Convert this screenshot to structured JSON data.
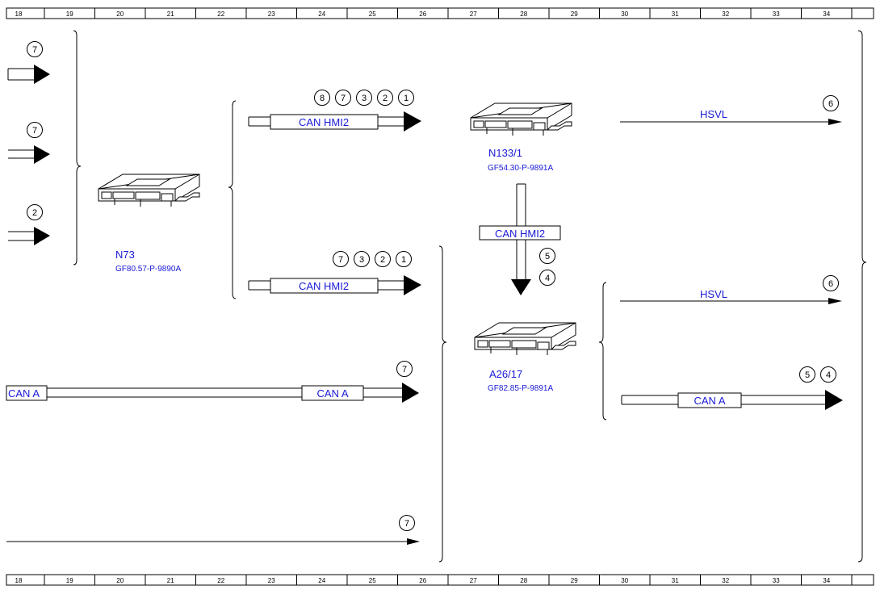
{
  "ruler": {
    "numbers": [
      "18",
      "19",
      "20",
      "21",
      "22",
      "23",
      "24",
      "25",
      "26",
      "27",
      "28",
      "29",
      "30",
      "31",
      "32",
      "33",
      "34"
    ]
  },
  "components": {
    "n73": {
      "name": "N73",
      "ref": "GF80.57-P-9890A"
    },
    "n133": {
      "name": "N133/1",
      "ref": "GF54.30-P-9891A"
    },
    "a26": {
      "name": "A26/17",
      "ref": "GF82.85-P-9891A"
    }
  },
  "buses": {
    "can_hmi2": "CAN HMI2",
    "can_a": "CAN A",
    "hsvl": "HSVL"
  },
  "markers": {
    "left_in_1": [
      "7"
    ],
    "left_in_2": [
      "7"
    ],
    "left_in_3": [
      "2"
    ],
    "hmi2_top": [
      "8",
      "7",
      "3",
      "2",
      "1"
    ],
    "hmi2_mid": [
      "7",
      "3",
      "2",
      "1"
    ],
    "vertical": [
      "5",
      "4"
    ],
    "hsvl_top": [
      "6"
    ],
    "hsvl_mid": [
      "6"
    ],
    "can_a_right": [
      "5",
      "4"
    ],
    "can_a_left": [
      "7"
    ],
    "bottom_line": [
      "7"
    ]
  },
  "colors": {
    "label_blue": "#1a1ad6",
    "line": "#000000"
  }
}
